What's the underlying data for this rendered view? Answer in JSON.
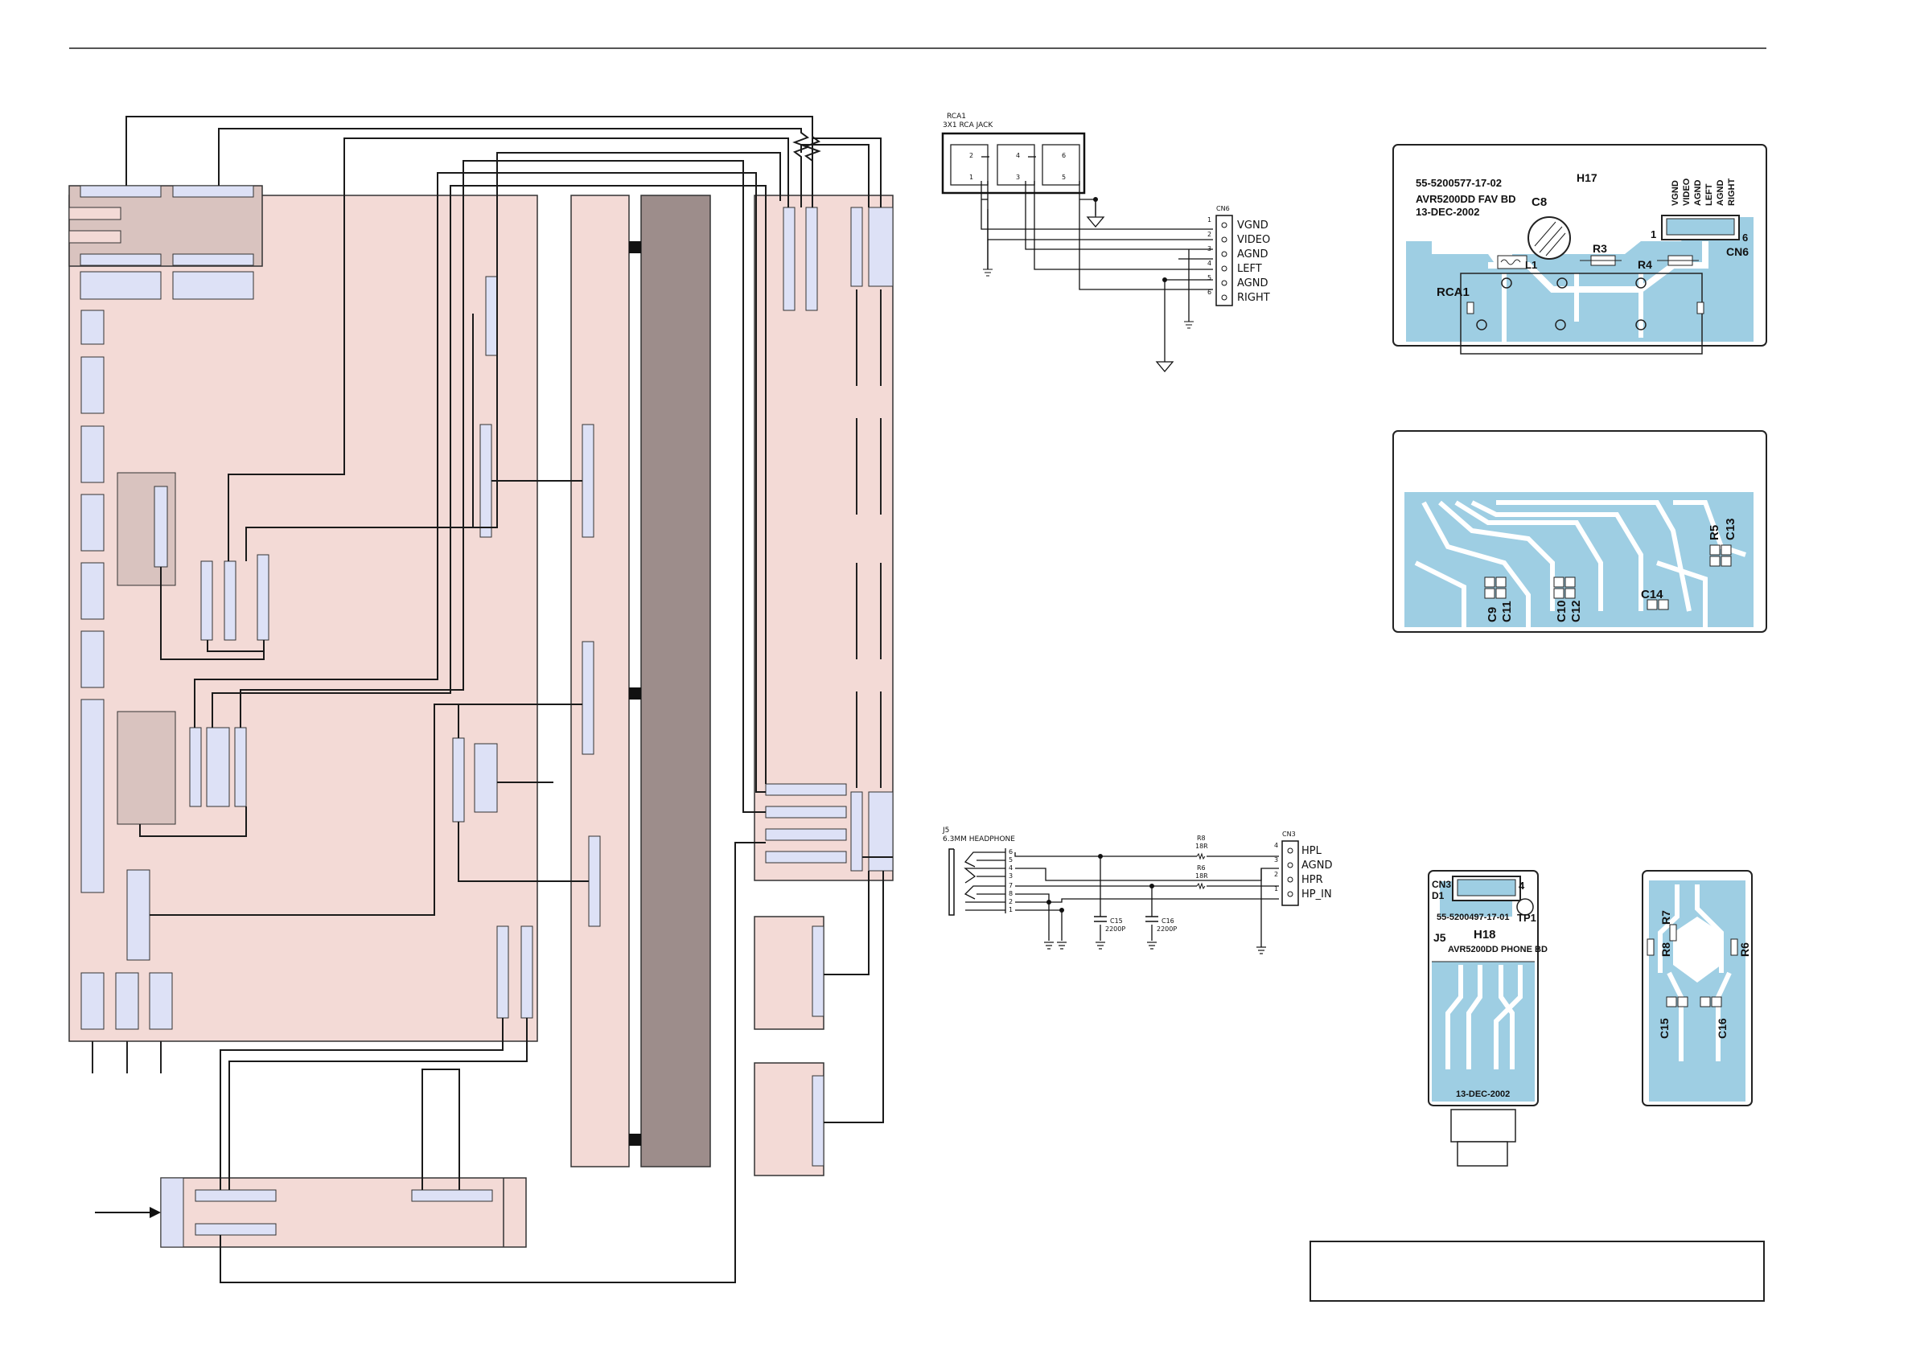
{
  "rca_schematic": {
    "ref": "RCA1",
    "desc": "3X1 RCA JACK",
    "pins": [
      "2",
      "4",
      "6",
      "1",
      "3",
      "5"
    ],
    "connector_ref": "CN6",
    "connector_pins": [
      "1",
      "2",
      "3",
      "4",
      "5",
      "6"
    ],
    "signals": [
      "VGND",
      "VIDEO",
      "AGND",
      "LEFT",
      "AGND",
      "RIGHT"
    ]
  },
  "phone_schematic": {
    "ref": "J5",
    "desc": "6.3MM HEADPHONE",
    "jack_pins": [
      "6",
      "5",
      "4",
      "3",
      "7",
      "8",
      "2",
      "1"
    ],
    "r8_ref": "R8",
    "r8_val": "18R",
    "r6_ref": "R6",
    "r6_val": "18R",
    "c15_ref": "C15",
    "c15_val": "2200P",
    "c16_ref": "C16",
    "c16_val": "2200P",
    "connector_ref": "CN3",
    "connector_pins": [
      "4",
      "3",
      "2",
      "1"
    ],
    "signals": [
      "HPL",
      "AGND",
      "HPR",
      "HP_IN"
    ]
  },
  "fav_board": {
    "part_no": "55-5200577-17-02",
    "name": "AVR5200DD FAV BD",
    "date": "13-DEC-2002",
    "hole_ref": "H17",
    "labels": [
      "C8",
      "L1",
      "R3",
      "R4",
      "RCA1",
      "CN6",
      "1",
      "6"
    ],
    "cn6_signals": [
      "VGND",
      "VIDEO",
      "AGND",
      "LEFT",
      "AGND",
      "RIGHT"
    ]
  },
  "fav_board_bottom": {
    "labels": [
      "R5",
      "C13",
      "C9",
      "C11",
      "C10",
      "C12",
      "C14"
    ]
  },
  "phone_board": {
    "labels": [
      "CN3",
      "D1",
      "4",
      "TP1",
      "J5",
      "H18"
    ],
    "part_no": "55-5200497-17-01",
    "name": "AVR5200DD PHONE BD",
    "date": "13-DEC-2002"
  },
  "phone_board_bottom": {
    "labels": [
      "R7",
      "R8",
      "R6",
      "C15",
      "C16"
    ]
  },
  "colors": {
    "block_fill": "#f3dad6",
    "block_dark": "#d9c3bf",
    "connector": "#dde1f6",
    "chassis": "#9d8d8b",
    "copper": "#9ecee3"
  }
}
